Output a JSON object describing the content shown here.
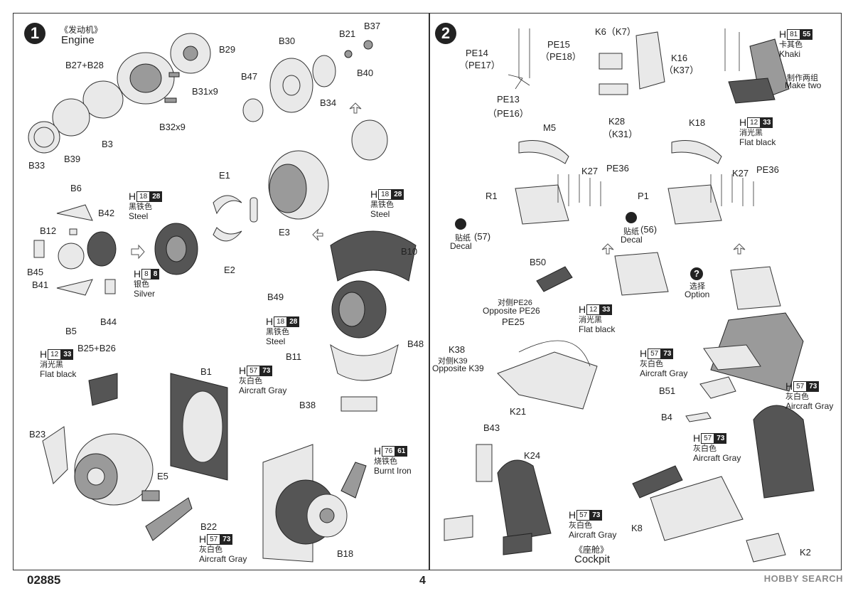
{
  "step1": {
    "number": "1",
    "title_cn": "《发动机》",
    "title_en": "Engine",
    "parts": {
      "b29": "B29",
      "b27b28": "B27+B28",
      "b31": "B31x9",
      "b32": "B32x9",
      "b3": "B3",
      "b39": "B39",
      "b33": "B33",
      "b30": "B30",
      "b21": "B21",
      "b37": "B37",
      "b40": "B40",
      "b47": "B47",
      "b34": "B34",
      "e1": "E1",
      "e3": "E3",
      "e2": "E2",
      "b6": "B6",
      "b42": "B42",
      "b12": "B12",
      "b45": "B45",
      "b41": "B41",
      "b5": "B5",
      "b44": "B44",
      "b10": "B10",
      "b49": "B49",
      "b48": "B48",
      "b11": "B11",
      "b38": "B38",
      "b25b26": "B25+B26",
      "b23": "B23",
      "b1": "B1",
      "e5": "E5",
      "b22": "B22",
      "b18": "B18"
    },
    "paints": {
      "steel_a": {
        "h": "H",
        "c1": "18",
        "c2": "28",
        "cn": "黑铁色",
        "en": "Steel"
      },
      "steel_b": {
        "h": "H",
        "c1": "18",
        "c2": "28",
        "cn": "黑铁色",
        "en": "Steel"
      },
      "steel_c": {
        "h": "H",
        "c1": "18",
        "c2": "28",
        "cn": "黑铁色",
        "en": "Steel"
      },
      "silver": {
        "h": "H",
        "c1": "8",
        "c2": "8",
        "cn": "银色",
        "en": "Silver"
      },
      "flat_black": {
        "h": "H",
        "c1": "12",
        "c2": "33",
        "cn": "消光黑",
        "en": "Flat black"
      },
      "aircraft_gray_a": {
        "h": "H",
        "c1": "57",
        "c2": "73",
        "cn": "灰白色",
        "en": "Aircraft Gray"
      },
      "aircraft_gray_b": {
        "h": "H",
        "c1": "57",
        "c2": "73",
        "cn": "灰白色",
        "en": "Aircraft Gray"
      },
      "burnt_iron": {
        "h": "H",
        "c1": "76",
        "c2": "61",
        "cn": "烧铁色",
        "en": "Burnt Iron"
      }
    }
  },
  "step2": {
    "number": "2",
    "title_cn": "《座舱》",
    "title_en": "Cockpit",
    "parts": {
      "pe14": "PE14",
      "pe17": "（PE17）",
      "pe15": "PE15",
      "pe18": "（PE18）",
      "pe13": "PE13",
      "pe16": "（PE16）",
      "k6": "K6（K7）",
      "k16": "K16",
      "k37": "（K37）",
      "k28": "K28",
      "k31": "（K31）",
      "m5": "M5",
      "k27a": "K27",
      "pe36a": "PE36",
      "r1": "R1",
      "k18": "K18",
      "k27b": "K27",
      "pe36b": "PE36",
      "p1": "P1",
      "b50": "B50",
      "pe26": "对侧PE26",
      "pe26_en": "Opposite PE26",
      "pe25": "PE25",
      "k38": "K38",
      "k39": "对侧K39",
      "k39_en": "Opposite K39",
      "k21": "K21",
      "b51": "B51",
      "b4": "B4",
      "b43": "B43",
      "k24": "K24",
      "k8": "K8",
      "k2": "K2"
    },
    "make_two_cn": "制作两组",
    "make_two_en": "Make two",
    "option_cn": "选择",
    "option_en": "Option",
    "decal_a": {
      "cn": "贴纸",
      "num": "(57)",
      "en": "Decal"
    },
    "decal_b": {
      "cn": "贴纸",
      "num": "(56)",
      "en": "Decal"
    },
    "paints": {
      "khaki": {
        "h": "H",
        "c1": "81",
        "c2": "55",
        "cn": "卡其色",
        "en": "Khaki"
      },
      "flat_black_a": {
        "h": "H",
        "c1": "12",
        "c2": "33",
        "cn": "消光黑",
        "en": "Flat black"
      },
      "flat_black_b": {
        "h": "H",
        "c1": "12",
        "c2": "33",
        "cn": "消光黑",
        "en": "Flat black"
      },
      "aircraft_gray_a": {
        "h": "H",
        "c1": "57",
        "c2": "73",
        "cn": "灰白色",
        "en": "Aircraft Gray"
      },
      "aircraft_gray_b": {
        "h": "H",
        "c1": "57",
        "c2": "73",
        "cn": "灰白色",
        "en": "Aircraft Gray"
      },
      "aircraft_gray_c": {
        "h": "H",
        "c1": "57",
        "c2": "73",
        "cn": "灰白色",
        "en": "Aircraft Gray"
      },
      "aircraft_gray_d": {
        "h": "H",
        "c1": "57",
        "c2": "73",
        "cn": "灰白色",
        "en": "Aircraft Gray"
      }
    }
  },
  "footer": {
    "code": "02885",
    "page": "4"
  },
  "watermark": "HOBBY SEARCH"
}
